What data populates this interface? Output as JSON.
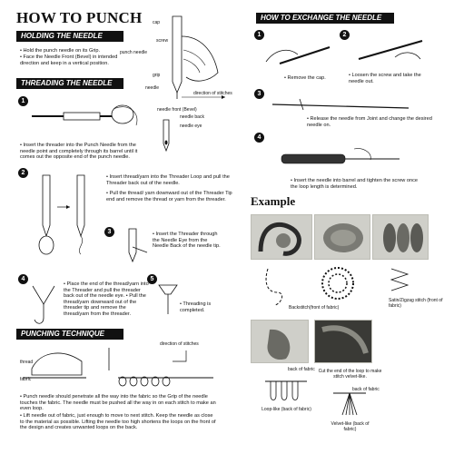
{
  "title": "HOW TO PUNCH",
  "sections": {
    "holding": "HOLDING THE NEEDLE",
    "threading": "THREADING THE NEEDLE",
    "punching": "PUNCHING TECHNIQUE",
    "exchange": "HOW TO EXCHANGE THE NEEDLE"
  },
  "holding_bullets": [
    "• Hold the punch needle on its Grip.",
    "• Face the Needle Front (Bevel) in intended direction and keep in a vertical position."
  ],
  "needle_parts": {
    "cap": "cap",
    "screw": "screw",
    "punch_needle": "punch needle",
    "grip": "grip",
    "needle": "needle",
    "direction": "direction of stitches"
  },
  "bevel_parts": {
    "front": "needle front (Bevel)",
    "back": "needle back",
    "eye": "needle eye"
  },
  "steps": {
    "n1": "1",
    "n2": "2",
    "n3": "3",
    "n4": "4",
    "n5": "5"
  },
  "threading": {
    "s1": "• Insert the threader into the Punch Needle from the needle point and completely through its barrel until it comes out the opposite end of the punch needle.",
    "s2a": "• Insert thread/yarn into the Threader Loop and pull the Threader back out of the needle.",
    "s2b": "• Pull the thread/ yarn downward out of the Threader Tip end and remove the thread or yarn from the threader.",
    "s3": "• Insert the Threader through the Needle Eye from the Needle Back of the needle tip.",
    "s4": "• Place the end of the thread/yarn into the Threader and pull the threader back out of the needle eye. • Pull the thread/yarn downward out of the threader tip and remove the thread/yarn from the threader.",
    "s5": "• Threading is completed."
  },
  "punching": {
    "thread": "thread",
    "fabric": "fabric",
    "direction": "direction of stitches",
    "b1": "• Punch needle should penetrate all the way into the fabric so the Grip of the needle touches the fabric. The needle must be pushed all the way in on each stitch to make an even loop.",
    "b2": "• Lift needle out of fabric, just enough to move to next stitch. Keep the needle as close to the material as possible. Lifting the needle too high shortens the loops on the front of the design and creates unwanted loops on the back."
  },
  "exchange": {
    "n1": "1",
    "n2": "2",
    "n3": "3",
    "n4": "4",
    "s1": "• Remove the cap.",
    "s2": "• Loosen the screw and take the needle out.",
    "s3": "• Release the needle from Joint and change the desired needle on.",
    "s4": "• Insert the needle into barrel and tighten the screw once the loop length is determined."
  },
  "example": {
    "title": "Example",
    "backstitch": "Backstitch(front of fabric)",
    "satin": "Satin/Zigzag stitch (front of fabric)",
    "back_of_fabric": "back of fabric",
    "cut_text": "Cut the end of the loop to make stitch velvet-like.",
    "loop_like": "Loop-like (back of fabric)",
    "velvet_like": "Velvet-like (back of fabric)"
  },
  "colors": {
    "black": "#111111",
    "photo_bg": "#cfcfc9",
    "yarn_dark": "#2a2a2a",
    "yarn_grey": "#7a7a74"
  },
  "icons": [
    "punch-needle-icon",
    "hand-icon",
    "threader-icon",
    "fabric-loops-icon",
    "yarn-icon"
  ]
}
